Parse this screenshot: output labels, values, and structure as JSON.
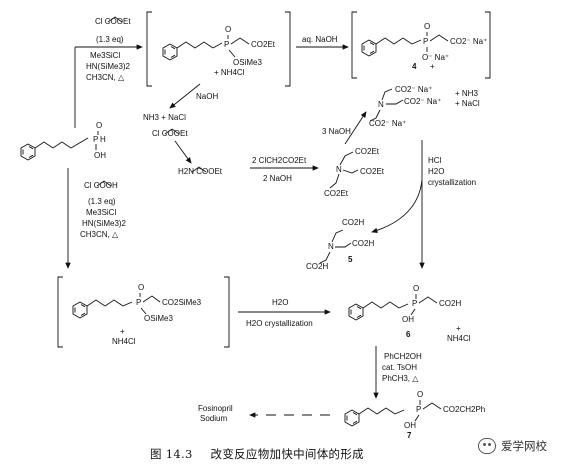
{
  "figure": {
    "caption_number": "图 14.3",
    "caption_text": "改变反应物加快中间体的形成",
    "watermark": "爱学网校"
  },
  "structures": {
    "start_phosphinic": {
      "p": "P",
      "h": "H",
      "o": "O",
      "oh": "OH"
    },
    "silyl_ester": {
      "p": "P",
      "co2et": "CO2Et",
      "o": "O",
      "osime3": "OSiMe3",
      "nh4cl": "+ NH4Cl"
    },
    "salt_4": {
      "p": "P",
      "carboxylate": "CO2⁻ Na⁺",
      "o": "O",
      "ominus": "O⁻ Na⁺",
      "number": "4",
      "plus": "+"
    },
    "chloroacetate_1": "Cl      COOEt",
    "chloroacetate_2": "Cl      COOEt",
    "glycinate": "H2N      COOEt",
    "iminodiacetate": {
      "n": "N",
      "g1": "CO2Et",
      "g2": "CO2Et",
      "g3": "CO2Et"
    },
    "trisodium": {
      "n": "N",
      "g1": "CO2⁻ Na⁺",
      "g2": "CO2⁻ Na⁺",
      "g3": "CO2⁻ Na⁺",
      "byproducts": "+ NH3\n+ NaCl"
    },
    "acid_5": {
      "n": "N",
      "g1": "CO2H",
      "g2": "CO2H",
      "g3": "CO2H",
      "number": "5"
    },
    "chloroacetic_acid": "Cl      COOH",
    "bis_silyl": {
      "p": "P",
      "g1": "CO2SiMe3",
      "o": "O",
      "g2": "OSiMe3",
      "nh4cl": "+\nNH4Cl"
    },
    "acid_6": {
      "p": "P",
      "g1": "CO2H",
      "o": "O",
      "oh": "OH",
      "number": "6",
      "nh4cl": "+\nNH4Cl"
    },
    "ester_7": {
      "p": "P",
      "g1": "CO2CH2Ph",
      "o": "O",
      "oh": "OH",
      "number": "7"
    },
    "product": "Fosinopril\nSodium"
  },
  "conditions": {
    "top_reagents": [
      "(1.3 eq)",
      "Me3SiCl",
      "HN(SiMe3)2",
      "CH3CN, △"
    ],
    "aq_naoh": "aq. NaOH",
    "naoh_1": "NaOH",
    "nh3_nacl": "NH3 + NaCl",
    "clch2co2et": "2 ClCH2CO2Et",
    "naoh_2": "2 NaOH",
    "naoh_3": "3 NaOH",
    "hcl_block": [
      "HCl",
      "H2O",
      "crystallization"
    ],
    "left_reagents": [
      "(1.3 eq)",
      "Me3SiCl",
      "HN(SiMe3)2",
      "CH3CN, △"
    ],
    "h2o": "H2O",
    "h2o_cryst": "H2O crystallization",
    "esterification": [
      "PhCH2OH",
      "cat. TsOH",
      "PhCH3, △"
    ]
  }
}
